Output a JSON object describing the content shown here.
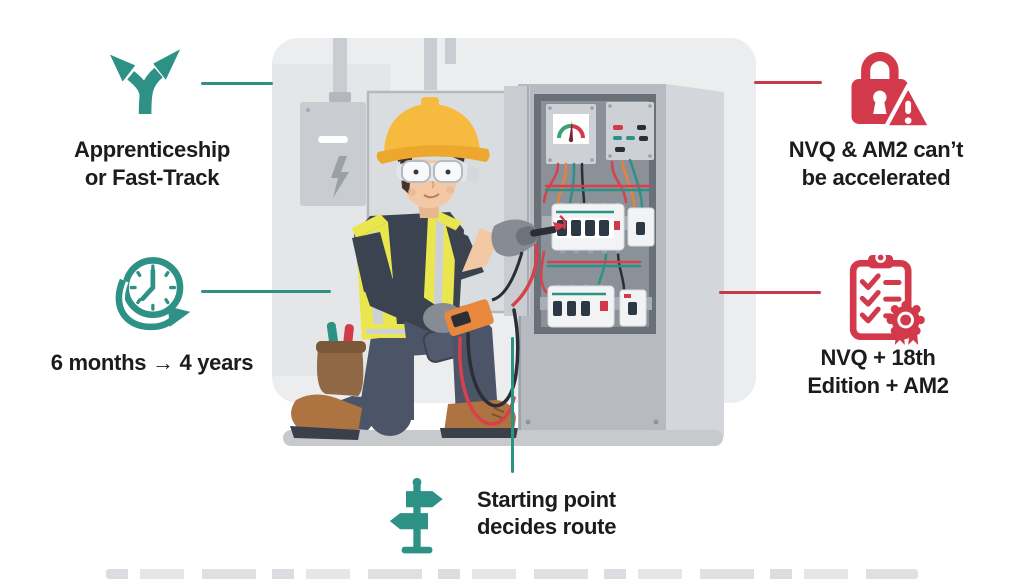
{
  "scene": {
    "name": "Electrician kneeling and testing an open electrical panel with a multimeter",
    "card_bg": "#ECEDEF",
    "floor_color": "#C7C9CD"
  },
  "callouts": {
    "apprenticeship": {
      "icon": "fork-arrows-icon",
      "line1": "Apprenticeship",
      "line2": "or Fast-Track"
    },
    "duration": {
      "icon": "clock-cycle-icon",
      "label": "6 months → 4 years"
    },
    "nvq_warning": {
      "icon": "lock-alert-icon",
      "line1": "NVQ & AM2 can’t",
      "line2": "be accelerated"
    },
    "qualifications": {
      "icon": "certificate-checklist-icon",
      "line1": "NVQ + 18th",
      "line2": "Edition + AM2"
    },
    "starting_point": {
      "icon": "signpost-icon",
      "line1": "Starting point",
      "line2": "decides route"
    }
  },
  "colors": {
    "teal": "#2E9186",
    "red": "#D23A4B",
    "connector_red": "#C53B4D",
    "text": "#1C1C1E"
  }
}
